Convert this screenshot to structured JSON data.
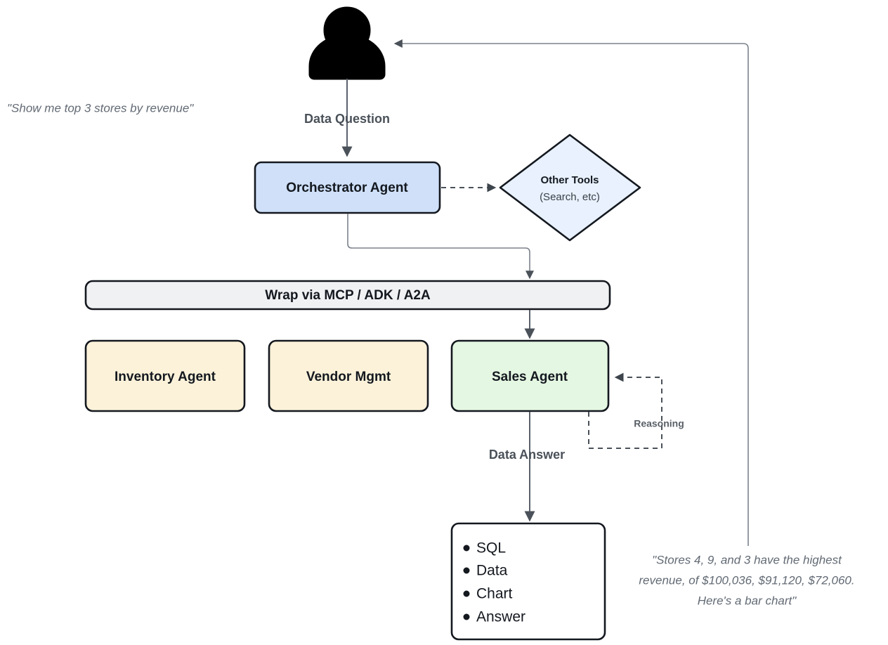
{
  "diagram": {
    "title": "Multi-Agent Data Analytics Architecture",
    "background": "#ffffff"
  },
  "actor": {
    "icon": "person-icon",
    "question_quote": "\"Show me top 3 stores by revenue\"",
    "answer_quote_line1": "\"Stores 4, 9, and 3 have the highest",
    "answer_quote_line2": "revenue, of $100,036, $91,120, $72,060.",
    "answer_quote_line3": "Here's a bar chart\""
  },
  "edges": {
    "data_question": "Data Question",
    "data_answer": "Data Answer",
    "reasoning": "Reasoning"
  },
  "nodes": {
    "orchestrator": {
      "label": "Orchestrator Agent",
      "fill": "#cfe0f8"
    },
    "other_tools": {
      "label": "Other Tools",
      "sublabel": "(Search, etc)",
      "fill": "#e8f1fd"
    },
    "wrap_bar": {
      "label": "Wrap via MCP / ADK / A2A",
      "fill": "#f0f1f3"
    },
    "inventory_agent": {
      "label": "Inventory Agent",
      "fill": "#fcf2da"
    },
    "vendor_mgmt": {
      "label": "Vendor Mgmt",
      "fill": "#fcf2da"
    },
    "sales_agent": {
      "label": "Sales Agent",
      "fill": "#e4f7e2"
    },
    "output_box": {
      "fill": "#ffffff",
      "items": [
        "SQL",
        "Data",
        "Chart",
        "Answer"
      ]
    }
  },
  "colors": {
    "stroke_dark": "#14181f",
    "connector_gray": "#5b626b",
    "text_gray": "#626a74"
  }
}
